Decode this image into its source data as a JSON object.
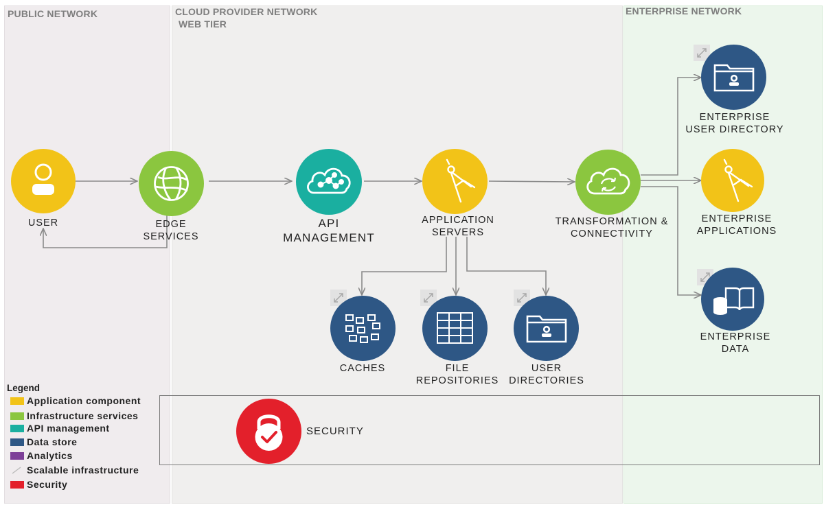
{
  "zones": {
    "public": "PUBLIC NETWORK",
    "cloud": "CLOUD PROVIDER NETWORK",
    "web_tier": "WEB TIER",
    "enterprise": "ENTERPRISE NETWORK"
  },
  "nodes": {
    "user": [
      "USER"
    ],
    "edge": [
      "EDGE",
      "SERVICES"
    ],
    "api": [
      "API",
      "MANAGEMENT"
    ],
    "app_servers": [
      "APPLICATION",
      "SERVERS"
    ],
    "transformation": [
      "TRANSFORMATION &",
      "CONNECTIVITY"
    ],
    "ent_user_dir": [
      "ENTERPRISE",
      "USER DIRECTORY"
    ],
    "ent_apps": [
      "ENTERPRISE",
      "APPLICATIONS"
    ],
    "ent_data": [
      "ENTERPRISE",
      "DATA"
    ],
    "caches": [
      "CACHES"
    ],
    "file_repos": [
      "FILE",
      "REPOSITORIES"
    ],
    "user_dirs": [
      "USER",
      "DIRECTORIES"
    ],
    "security": [
      "SECURITY"
    ]
  },
  "legend": {
    "title": "Legend",
    "items": [
      {
        "label": "Application component",
        "color": "#f2c318"
      },
      {
        "label": "Infrastructure services",
        "color": "#8bc63f"
      },
      {
        "label": "API management",
        "color": "#1aafa0"
      },
      {
        "label": "Data store",
        "color": "#2e5785"
      },
      {
        "label": "Analytics",
        "color": "#7d3f98"
      },
      {
        "label": "Scalable infrastructure",
        "color": "#e2e2e2",
        "icon": "scale-icon"
      },
      {
        "label": "Security",
        "color": "#e3202b"
      }
    ]
  },
  "colors": {
    "application": "#f2c318",
    "infrastructure": "#8bc63f",
    "api": "#1aafa0",
    "data_store": "#2e5785",
    "security": "#e3202b"
  }
}
